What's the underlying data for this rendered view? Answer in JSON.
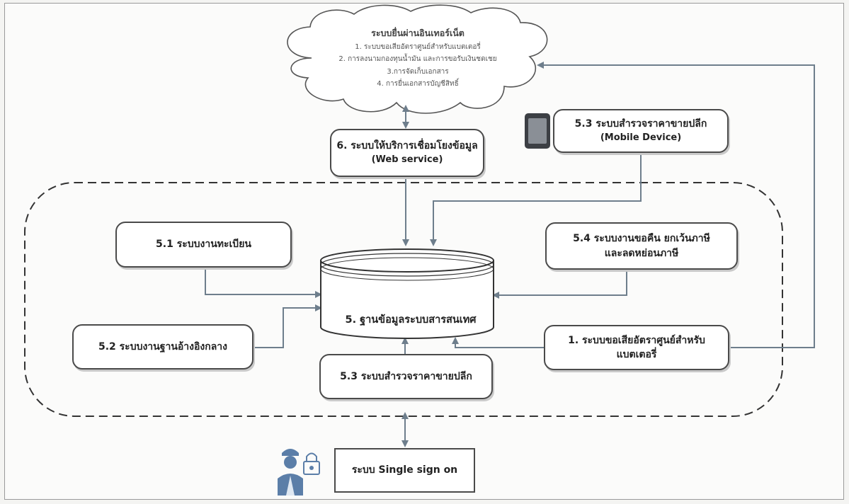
{
  "cloud": {
    "title": "ระบบยื่นผ่านอินเทอร์เน็ต",
    "items": [
      "1. ระบบขอเสียอัตราศูนย์สำหรับแบตเตอรี่",
      "2. การลงนามกองทุนน้ำมัน และการขอรับเงินชดเชย",
      "3.การจัดเก็บเอกสาร",
      "4. การยื่นเอกสารบัญชีสิทธิ์"
    ]
  },
  "web_service": {
    "line1": "6. ระบบให้บริการเชื่อมโยงข้อมูล",
    "line2": "(Web service)"
  },
  "mobile": {
    "line1": "5.3 ระบบสำรวจราคาขายปลีก",
    "line2": "(Mobile Device)"
  },
  "registration": {
    "label": "5.1 ระบบงานทะเบียน"
  },
  "refund": {
    "line1": "5.4 ระบบงานขอคืน ยกเว้นภาษี",
    "line2": "และลดหย่อนภาษี"
  },
  "database": {
    "label": "5. ฐานข้อมูลระบบสารสนเทศ"
  },
  "central_ref": {
    "label": "5.2 ระบบงานฐานอ้างอิงกลาง"
  },
  "retail_survey": {
    "label": "5.3 ระบบสำรวจราคาขายปลีก"
  },
  "battery": {
    "line1": "1. ระบบขอเสียอัตราศูนย์สำหรับ",
    "line2": "แบตเตอรี่"
  },
  "sso": {
    "label": "ระบบ Single sign on"
  },
  "colors": {
    "line": "#6e7e8c",
    "border": "#4a4a4a"
  }
}
